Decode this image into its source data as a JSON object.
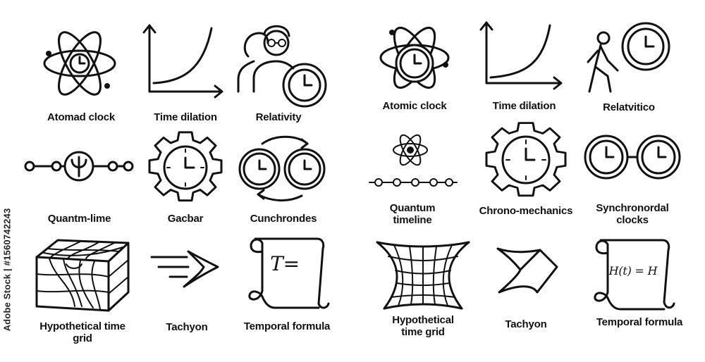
{
  "watermark": "Adobe Stock | #1560742243",
  "left_set": [
    {
      "label": "Atomad clock",
      "icon": "atom-clock-icon"
    },
    {
      "label": "Time dilation",
      "icon": "exponential-graph-icon"
    },
    {
      "label": "Relativity",
      "icon": "person-clock-icon"
    },
    {
      "label": "Quantm-lime",
      "icon": "psi-chain-icon"
    },
    {
      "label": "Gacbar",
      "icon": "gear-clock-icon"
    },
    {
      "label": "Cunchrondes",
      "icon": "two-clocks-cycle-icon"
    },
    {
      "label": "Hypothetical time\ngrid",
      "icon": "warped-grid-box-icon"
    },
    {
      "label": "Tachyon",
      "icon": "speed-arrow-icon"
    },
    {
      "label": "Temporal formula",
      "icon": "scroll-formula-icon",
      "formula": "T="
    }
  ],
  "right_set": [
    {
      "label": "Atomic clock",
      "icon": "atom-clock-icon"
    },
    {
      "label": "Time dilation",
      "icon": "exponential-graph-icon"
    },
    {
      "label": "Relatvitico",
      "icon": "walker-clock-icon"
    },
    {
      "label": "Quantum\ntimeline",
      "icon": "atom-timeline-icon"
    },
    {
      "label": "Chrono-mechanics",
      "icon": "gear-clock-icon"
    },
    {
      "label": "Synchronordal\nclocks",
      "icon": "linked-clocks-icon"
    },
    {
      "label": "Hypothetical\ntime grid",
      "icon": "funnel-grid-icon"
    },
    {
      "label": "Tachyon",
      "icon": "chevron-arrow-icon"
    },
    {
      "label": "Temporal formula",
      "icon": "scroll-formula-icon",
      "formula": "H(t) = H"
    }
  ]
}
